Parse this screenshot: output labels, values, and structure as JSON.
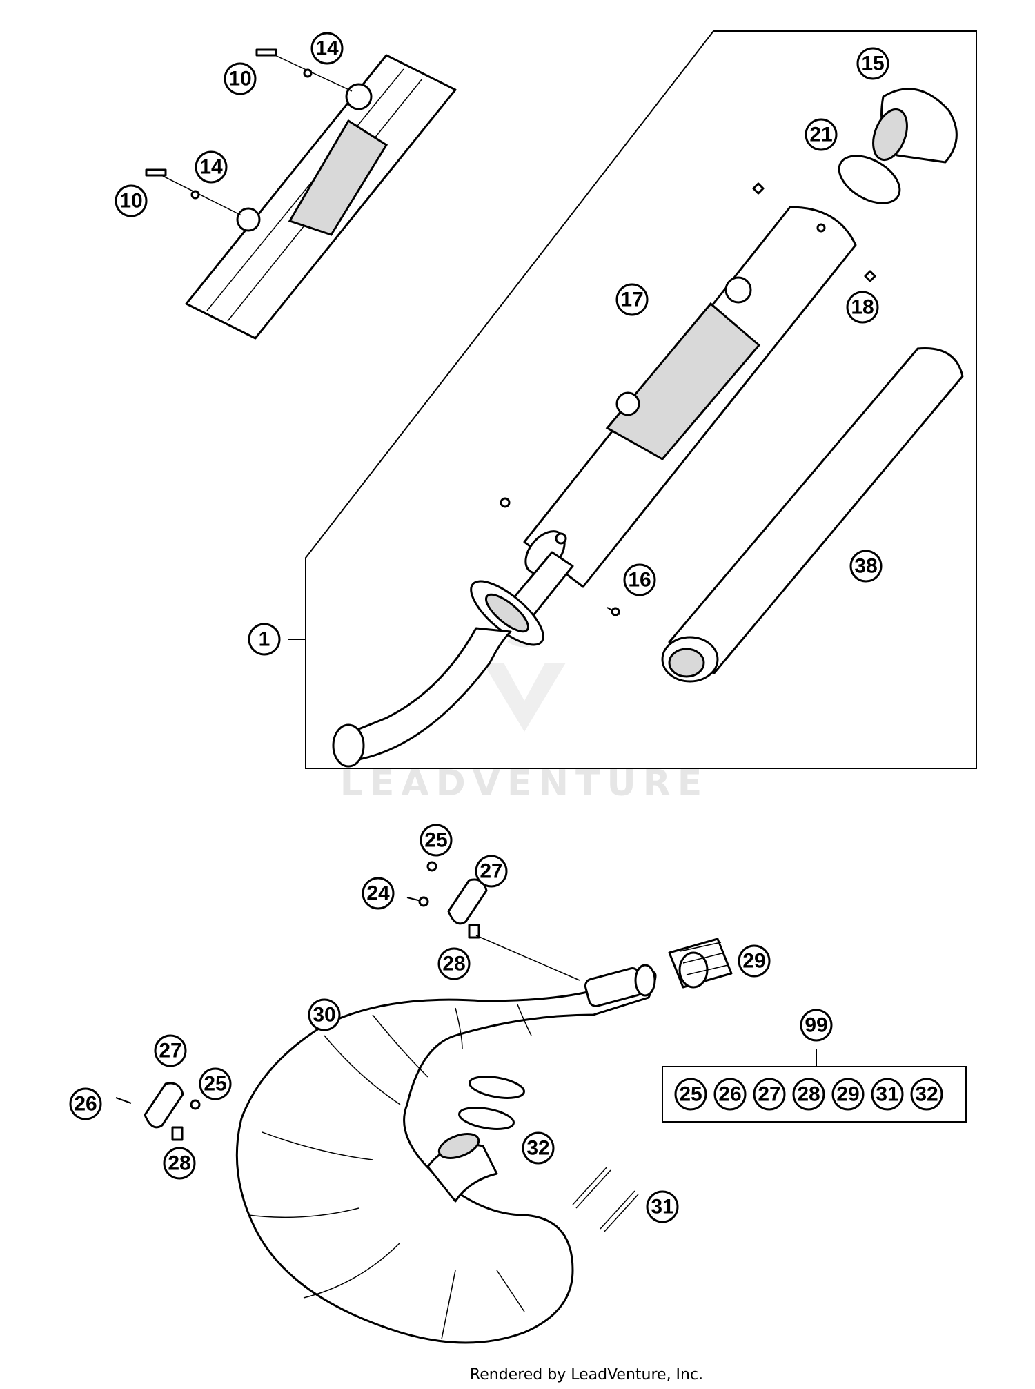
{
  "watermark": {
    "text": "LEADVENTURE"
  },
  "footer": {
    "credit": "Rendered by LeadVenture, Inc."
  },
  "callouts": [
    {
      "id": "c1",
      "label": "1"
    },
    {
      "id": "c10a",
      "label": "10"
    },
    {
      "id": "c14a",
      "label": "14"
    },
    {
      "id": "c10b",
      "label": "10"
    },
    {
      "id": "c14b",
      "label": "14"
    },
    {
      "id": "c15",
      "label": "15"
    },
    {
      "id": "c21",
      "label": "21"
    },
    {
      "id": "c17",
      "label": "17"
    },
    {
      "id": "c18",
      "label": "18"
    },
    {
      "id": "c16",
      "label": "16"
    },
    {
      "id": "c38",
      "label": "38"
    },
    {
      "id": "c25a",
      "label": "25"
    },
    {
      "id": "c27a",
      "label": "27"
    },
    {
      "id": "c24",
      "label": "24"
    },
    {
      "id": "c28a",
      "label": "28"
    },
    {
      "id": "c29",
      "label": "29"
    },
    {
      "id": "c30",
      "label": "30"
    },
    {
      "id": "c99",
      "label": "99"
    },
    {
      "id": "c27b",
      "label": "27"
    },
    {
      "id": "c25b",
      "label": "25"
    },
    {
      "id": "c26",
      "label": "26"
    },
    {
      "id": "c28b",
      "label": "28"
    },
    {
      "id": "c32",
      "label": "32"
    },
    {
      "id": "c31",
      "label": "31"
    }
  ],
  "kit": {
    "items": [
      "25",
      "26",
      "27",
      "28",
      "29",
      "31",
      "32"
    ]
  }
}
